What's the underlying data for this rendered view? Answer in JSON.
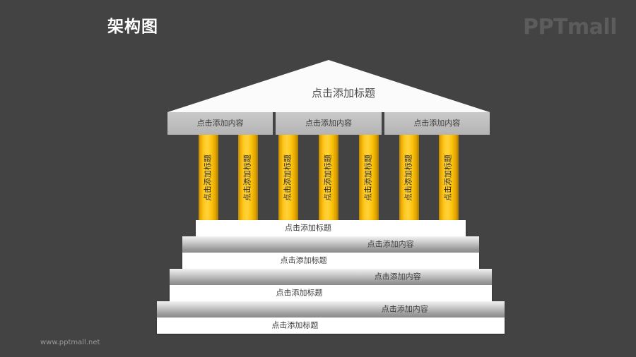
{
  "header": {
    "title": "架构图",
    "logo": "PPTmall"
  },
  "footer": {
    "url": "www.pptmall.net"
  },
  "colors": {
    "background": "#434343",
    "pillar_gold": "#ffc81e",
    "pediment_white": "#fbfbfb",
    "entablature_gray": "#bdbdbd",
    "step_white": "#ffffff",
    "step_gray": "#9a9a9a",
    "title_text": "#ffffff",
    "logo_text": "#5c5c5c",
    "body_text": "#3c3c3c"
  },
  "temple": {
    "pediment": {
      "title": "点击添加标题"
    },
    "entablature": {
      "segments": [
        {
          "label": "点击添加内容"
        },
        {
          "label": "点击添加内容"
        },
        {
          "label": "点击添加内容"
        }
      ]
    },
    "colonnade": {
      "pillars": [
        {
          "label": "点击添加标题"
        },
        {
          "label": "点击添加标题"
        },
        {
          "label": "点击添加标题"
        },
        {
          "label": "点击添加标题"
        },
        {
          "label": "点击添加标题"
        },
        {
          "label": "点击添加标题"
        },
        {
          "label": "点击添加标题"
        }
      ]
    },
    "steps": [
      {
        "variant": "white",
        "align": "left",
        "label": "点击添加标题"
      },
      {
        "variant": "gray",
        "align": "right",
        "label": "点击添加内容"
      },
      {
        "variant": "white",
        "align": "left",
        "label": "点击添加标题"
      },
      {
        "variant": "gray",
        "align": "right",
        "label": "点击添加内容"
      },
      {
        "variant": "white",
        "align": "left",
        "label": "点击添加标题"
      },
      {
        "variant": "gray",
        "align": "right",
        "label": "点击添加内容"
      },
      {
        "variant": "white",
        "align": "left",
        "label": "点击添加标题"
      }
    ]
  }
}
